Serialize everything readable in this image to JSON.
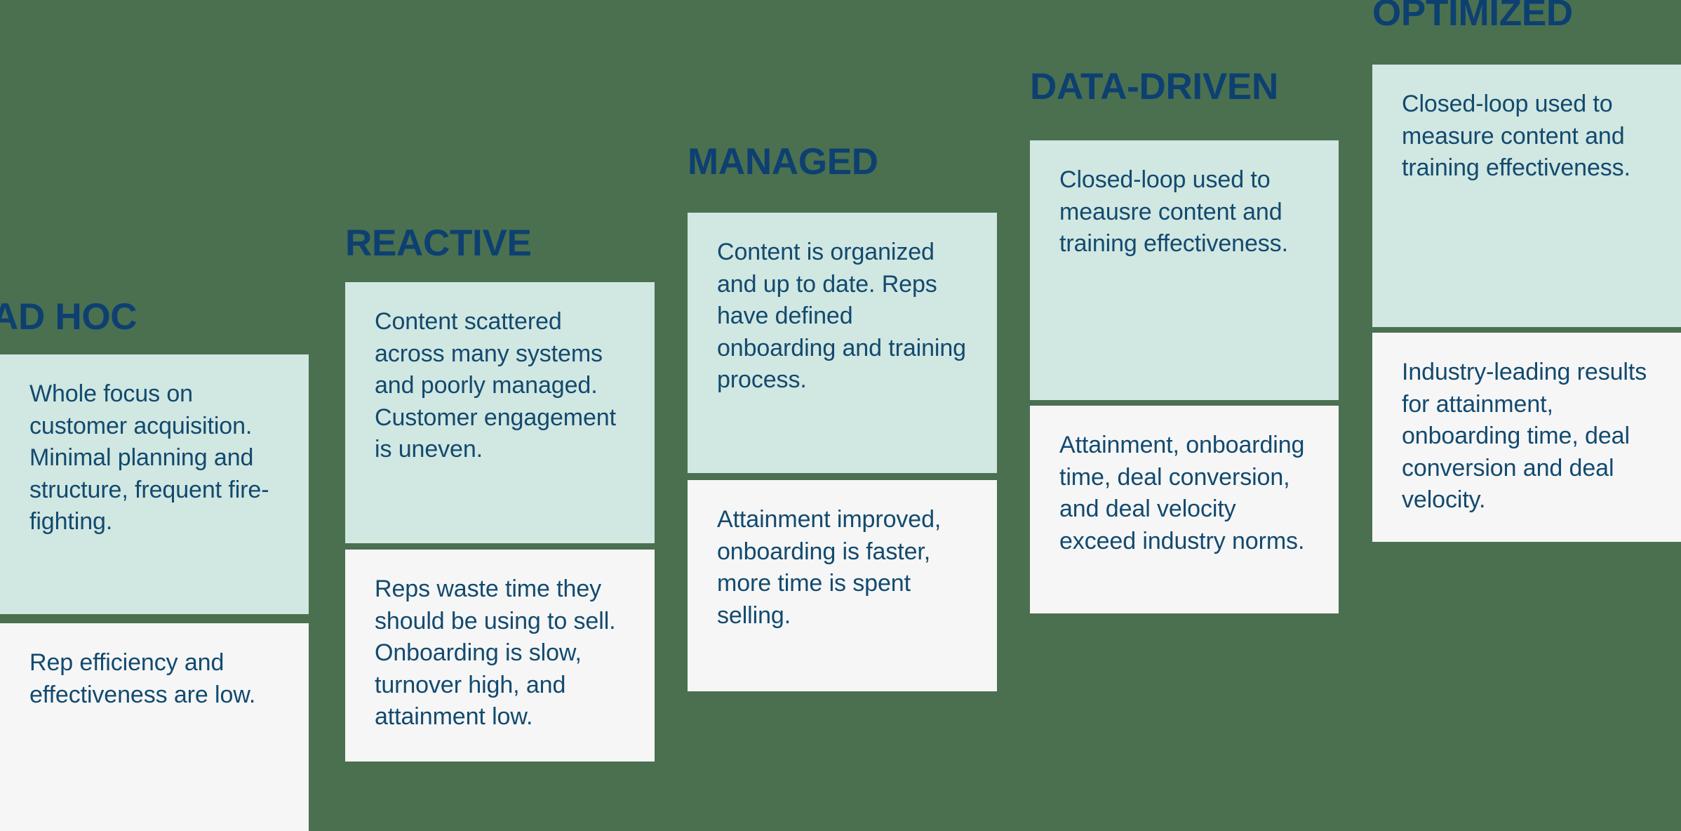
{
  "background_color": "#4a7050",
  "title_color": "#0d4071",
  "body_text_color": "#124a6f",
  "card_colors": {
    "teal": "#d1e7e1",
    "plain": "#f6f6f6"
  },
  "stages": [
    {
      "id": "ad-hoc",
      "title": "AD HOC",
      "state_card": "Whole focus on customer acquisition. Minimal planning and structure, frequent fire-fighting.",
      "outcome_card": "Rep efficiency and effectiveness are low."
    },
    {
      "id": "reactive",
      "title": "REACTIVE",
      "state_card": "Content scattered across many systems and poorly managed. Customer engagement is uneven.",
      "outcome_card": "Reps waste time they should be using to sell. Onboarding is slow, turnover high, and attainment low."
    },
    {
      "id": "managed",
      "title": "MANAGED",
      "state_card": "Content is organized and up to date. Reps have defined onboarding and training process.",
      "outcome_card": "Attainment improved, onboarding is faster, more time is spent selling."
    },
    {
      "id": "data-driven",
      "title": "DATA-DRIVEN",
      "state_card": "Closed-loop used to meausre content and training effectiveness.",
      "outcome_card": "Attainment, onboarding time, deal conversion, and deal velocity exceed industry norms."
    },
    {
      "id": "optimized",
      "title": "OPTIMIZED",
      "state_card": "Closed-loop used to measure content and training effectiveness.",
      "outcome_card": "Industry-leading results for attainment, onboarding time, deal conversion and deal velocity."
    }
  ]
}
